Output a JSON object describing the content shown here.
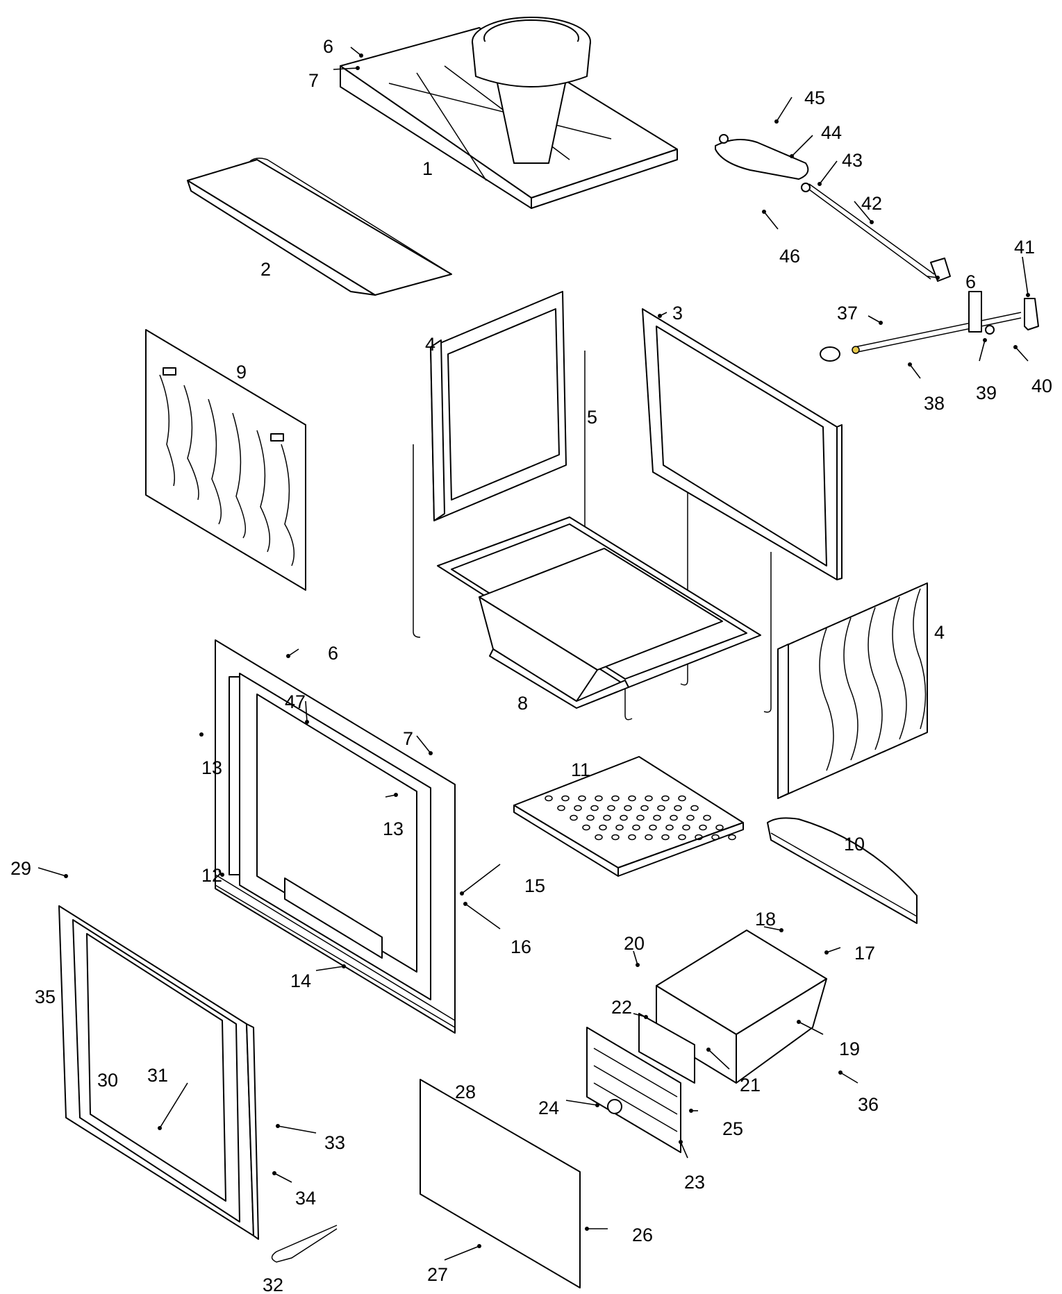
{
  "callouts": [
    {
      "id": "1"
    },
    {
      "id": "2"
    },
    {
      "id": "3"
    },
    {
      "id": "4"
    },
    {
      "id": "4"
    },
    {
      "id": "5"
    },
    {
      "id": "6"
    },
    {
      "id": "6"
    },
    {
      "id": "6"
    },
    {
      "id": "7"
    },
    {
      "id": "7"
    },
    {
      "id": "8"
    },
    {
      "id": "9"
    },
    {
      "id": "10"
    },
    {
      "id": "11"
    },
    {
      "id": "12"
    },
    {
      "id": "13"
    },
    {
      "id": "13"
    },
    {
      "id": "14"
    },
    {
      "id": "15"
    },
    {
      "id": "16"
    },
    {
      "id": "17"
    },
    {
      "id": "18"
    },
    {
      "id": "19"
    },
    {
      "id": "20"
    },
    {
      "id": "21"
    },
    {
      "id": "22"
    },
    {
      "id": "23"
    },
    {
      "id": "24"
    },
    {
      "id": "25"
    },
    {
      "id": "26"
    },
    {
      "id": "27"
    },
    {
      "id": "28"
    },
    {
      "id": "29"
    },
    {
      "id": "30"
    },
    {
      "id": "31"
    },
    {
      "id": "32"
    },
    {
      "id": "33"
    },
    {
      "id": "34"
    },
    {
      "id": "35"
    },
    {
      "id": "36"
    },
    {
      "id": "37"
    },
    {
      "id": "38"
    },
    {
      "id": "39"
    },
    {
      "id": "40"
    },
    {
      "id": "41"
    },
    {
      "id": "42"
    },
    {
      "id": "43"
    },
    {
      "id": "44"
    },
    {
      "id": "45"
    },
    {
      "id": "46"
    },
    {
      "id": "47"
    }
  ],
  "colors": {
    "line": "#000000",
    "background": "#ffffff",
    "accent_pin": "#e6c84a"
  }
}
